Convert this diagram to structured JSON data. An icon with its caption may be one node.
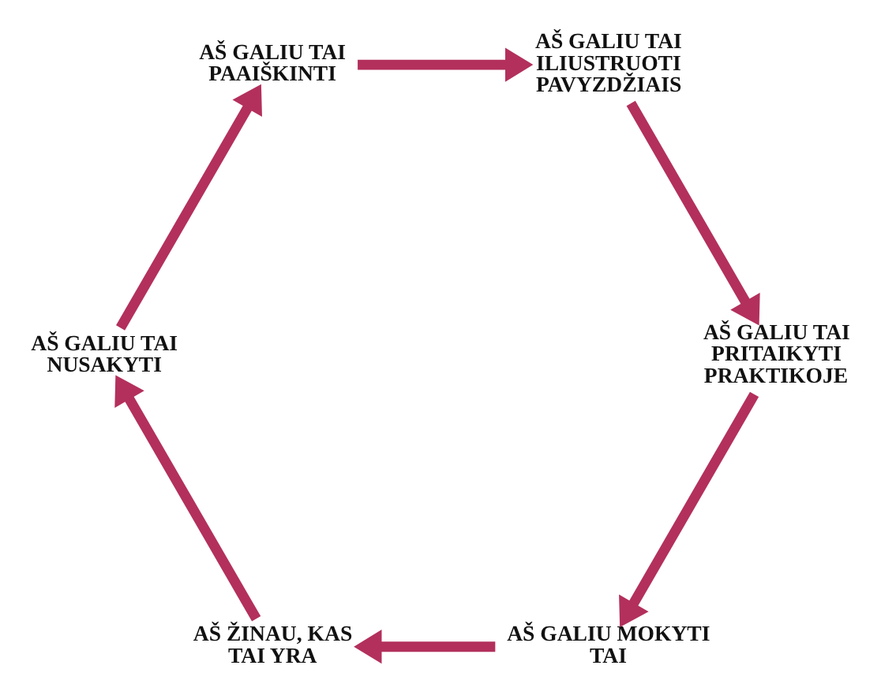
{
  "diagram": {
    "nodes": [
      {
        "text": [
          "AŠ GALIU MOKYTI TAI"
        ]
      },
      {
        "text": [
          "AŠ ŽINAU, KAS TAI YRA"
        ]
      },
      {
        "text": [
          "AŠ GALIU TAI NUSAKYTI"
        ]
      },
      {
        "text": [
          "AŠ GALIU TAI PAAIŠKINTI"
        ]
      },
      {
        "text": [
          "AŠ GALIU TAI ILIUSTRUOTI PAVYZDŽIAIS"
        ]
      },
      {
        "text": [
          "AŠ GALIU TAI PRITAIKYTI PRAKTIKOJE"
        ]
      }
    ],
    "edges": [
      {
        "from": 0,
        "to": 1,
        "arrow": "to"
      },
      {
        "from": 1,
        "to": 2,
        "arrow": "to"
      },
      {
        "from": 2,
        "to": 3,
        "arrow": "to"
      },
      {
        "from": 3,
        "to": 4,
        "arrow": "to"
      },
      {
        "from": 4,
        "to": 5,
        "arrow": "to"
      },
      {
        "from": 5,
        "to": 0,
        "arrow": "to"
      }
    ]
  }
}
